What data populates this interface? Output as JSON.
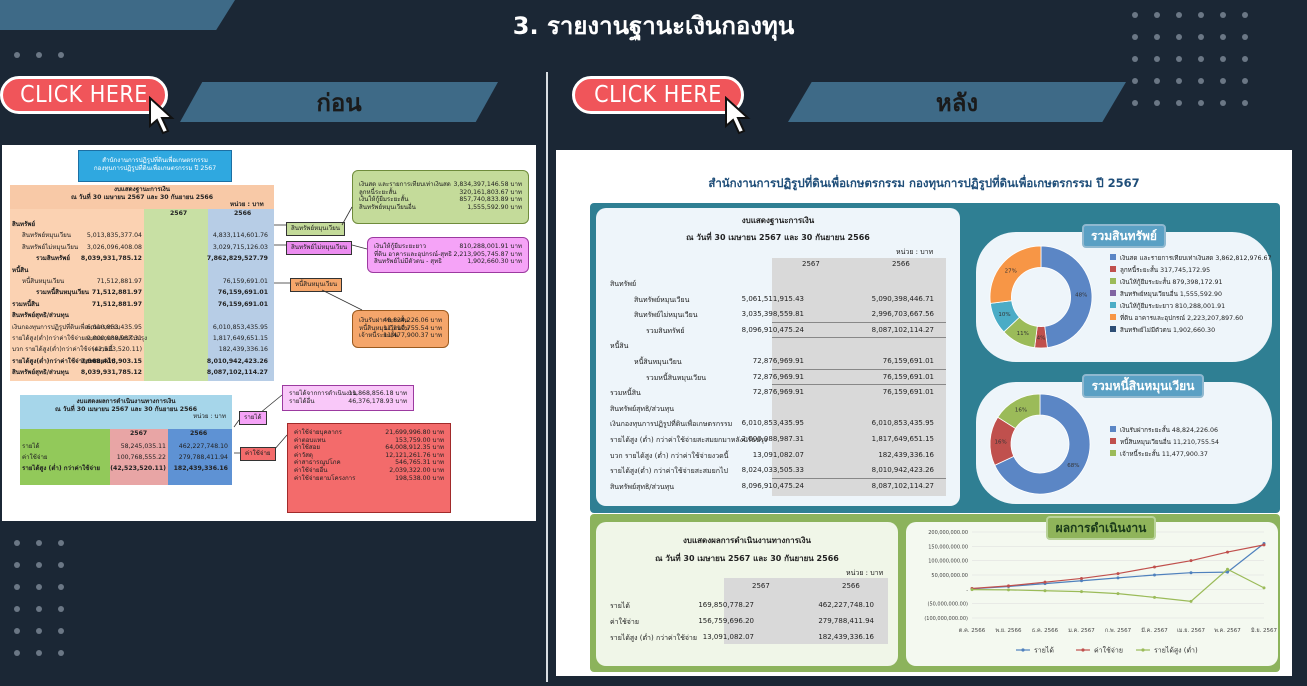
{
  "main_title": "3. รายงานฐานะเงินกองทุน",
  "left": {
    "click_label": "CLICK HERE",
    "section_label": "ก่อน",
    "doc": {
      "org_title": "สำนักงานการปฏิรูปที่ดินเพื่อเกษตรกรรม",
      "fund_title": "กองทุนการปฏิรูปที่ดินเพื่อเกษตรกรรม  ปี 2567",
      "bs_title": "งบแสดงฐานะการเงิน",
      "bs_date": "ณ วันที่ 30 เมษายน 2567 และ 30 กันยายน 2566",
      "unit": "หน่วย : บาท",
      "year1": "2567",
      "year2": "2566",
      "rows": [
        {
          "label": "สินทรัพย์",
          "v1": "",
          "v2": ""
        },
        {
          "label": "สินทรัพย์หมุนเวียน",
          "v1": "5,013,835,377.04",
          "v2": "4,833,114,601.76"
        },
        {
          "label": "สินทรัพย์ไม่หมุนเวียน",
          "v1": "3,026,096,408.08",
          "v2": "3,029,715,126.03"
        },
        {
          "label": "รวมสินทรัพย์",
          "v1": "8,039,931,785.12",
          "v2": "7,862,829,527.79"
        },
        {
          "label": "หนี้สิน",
          "v1": "",
          "v2": ""
        },
        {
          "label": "หนี้สินหมุนเวียน",
          "v1": "71,512,881.97",
          "v2": "76,159,691.01"
        },
        {
          "label": "รวมหนี้สินหมุนเวียน",
          "v1": "71,512,881.97",
          "v2": "76,159,691.01"
        },
        {
          "label": "รวมหนี้สิน",
          "v1": "71,512,881.97",
          "v2": "76,159,691.01"
        },
        {
          "label": "สินทรัพย์สุทธิ/ส่วนทุน",
          "v1": "",
          "v2": ""
        },
        {
          "label": "เงินกองทุนการปฏิรูปที่ดินเพื่อเกษตรกรรม",
          "v1": "6,010,853,435.95",
          "v2": "6,010,853,435.95"
        },
        {
          "label": "รายได้สูง(ต่ำ)กว่าค่าใช้จ่ายสะสมยกมาหลังปรับปรุง",
          "v1": "2,000,088,987.31",
          "v2": "1,817,649,651.15"
        },
        {
          "label": "บวก รายได้สูง(ต่ำ)กว่าค่าใช้จ่ายงวดนี้",
          "v1": "(42,523,520.11)",
          "v2": "182,439,336.16"
        },
        {
          "label": "รายได้สูง(ต่ำ)กว่าค่าใช้จ่ายสะสมยกไป",
          "v1": "7,968,418,903.15",
          "v2": "8,010,942,423.26"
        },
        {
          "label": "สินทรัพย์สุทธิ/ส่วนทุน",
          "v1": "8,039,931,785.12",
          "v2": "8,087,102,114.27"
        }
      ],
      "box_asset_lines": [
        {
          "k": "เงินสด และรายการเทียบเท่าเงินสด",
          "v": "3,834,397,146.58  บาท"
        },
        {
          "k": "ลูกหนี้ระยะสั้น",
          "v": "320,161,803.67  บาท"
        },
        {
          "k": "เงินให้กู้ยืมระยะสั้น",
          "v": "857,740,833.89  บาท"
        },
        {
          "k": "สินทรัพย์หมุนเวียนอื่น",
          "v": "1,555,592.90  บาท"
        }
      ],
      "tag_current_asset": "สินทรัพย์หมุนเวียน",
      "tag_noncurrent_asset": "สินทรัพย์ไม่หมุนเวียน",
      "box_noncurrent_lines": [
        {
          "k": "เงินให้กู้ยืมระยะยาว",
          "v": "810,288,001.91  บาท"
        },
        {
          "k": "ที่ดิน อาคารและอุปกรณ์-สุทธิ",
          "v": "2,213,905,745.87  บาท"
        },
        {
          "k": "สินทรัพย์ไม่มีตัวตน - สุทธิ",
          "v": "1,902,660.30  บาท"
        }
      ],
      "tag_current_liab": "หนี้สินหมุนเวียน",
      "box_liab_lines": [
        {
          "k": "เงินรับฝากระยะสั้น",
          "v": "48,824,226.06  บาท"
        },
        {
          "k": "หนี้สินหมุนเวียนอื่น",
          "v": "11,210,755.54  บาท"
        },
        {
          "k": "เจ้าหนี้ระยะสั้น",
          "v": "11,477,900.37  บาท"
        }
      ],
      "pl_title": "งบแสดงผลการดำเนินงานทางการเงิน",
      "pl_date": "ณ วันที่ 30 เมษายน 2567 และ 30 กันยายน 2566",
      "pl_rows": [
        {
          "label": "รายได้",
          "v1": "58,245,035.11",
          "v2": "462,227,748.10"
        },
        {
          "label": "ค่าใช้จ่าย",
          "v1": "100,768,555.22",
          "v2": "279,788,411.94"
        },
        {
          "label": "รายได้สูง (ต่ำ) กว่าค่าใช้จ่าย",
          "v1": "(42,523,520.11)",
          "v2": "182,439,336.16"
        }
      ],
      "tag_income": "รายได้",
      "box_income_lines": [
        {
          "k": "รายได้จากการดำเนินงาน",
          "v": "11,868,856.18  บาท"
        },
        {
          "k": "รายได้อื่น",
          "v": "46,376,178.93  บาท"
        }
      ],
      "tag_expense": "ค่าใช้จ่าย",
      "box_expense_lines": [
        {
          "k": "ค่าใช้จ่ายบุคลากร",
          "v": "21,699,996.80  บาท"
        },
        {
          "k": "ค่าตอบแทน",
          "v": "153,759.00  บาท"
        },
        {
          "k": "ค่าใช้สอย",
          "v": "64,008,912.35  บาท"
        },
        {
          "k": "ค่าวัสดุ",
          "v": "12,121,261.76  บาท"
        },
        {
          "k": "ค่าสาธารณูปโภค",
          "v": "546,765.31  บาท"
        },
        {
          "k": "ค่าใช้จ่ายอื่น",
          "v": "2,039,322.00  บาท"
        },
        {
          "k": "ค่าใช้จ่ายตามโครงการ",
          "v": "198,538.00  บาท"
        }
      ]
    }
  },
  "right": {
    "click_label": "CLICK HERE",
    "section_label": "หลัง",
    "panel": {
      "header": "สำนักงานการปฏิรูปที่ดินเพื่อเกษตรกรรม   กองทุนการปฏิรูปที่ดินเพื่อเกษตรกรรม ปี 2567",
      "bs_title": "งบแสดงฐานะการเงิน",
      "bs_date": "ณ วันที่ 30 เมษายน 2567 และ 30 กันยายน 2566",
      "unit": "หน่วย : บาท",
      "year1": "2567",
      "year2": "2566",
      "rows": [
        {
          "label": "สินทรัพย์",
          "indent": 0,
          "v1": "",
          "v2": ""
        },
        {
          "label": "สินทรัพย์หมุนเวียน",
          "indent": 2,
          "v1": "5,061,511,915.43",
          "v2": "5,090,398,446.71"
        },
        {
          "label": "สินทรัพย์ไม่หมุนเวียน",
          "indent": 2,
          "v1": "3,035,398,559.81",
          "v2": "2,996,703,667.56"
        },
        {
          "label": "รวมสินทรัพย์",
          "indent": 3,
          "v1": "8,096,910,475.24",
          "v2": "8,087,102,114.27"
        },
        {
          "label": "หนี้สิน",
          "indent": 0,
          "v1": "",
          "v2": ""
        },
        {
          "label": "หนี้สินหมุนเวียน",
          "indent": 2,
          "v1": "72,876,969.91",
          "v2": "76,159,691.01"
        },
        {
          "label": "รวมหนี้สินหมุนเวียน",
          "indent": 3,
          "v1": "72,876,969.91",
          "v2": "76,159,691.01"
        },
        {
          "label": "รวมหนี้สิน",
          "indent": 0,
          "v1": "72,876,969.91",
          "v2": "76,159,691.01"
        },
        {
          "label": "สินทรัพย์สุทธิ/ส่วนทุน",
          "indent": 0,
          "v1": "",
          "v2": ""
        },
        {
          "label": "เงินกองทุนการปฏิรูปที่ดินเพื่อเกษตรกรรม",
          "indent": 0,
          "v1": "6,010,853,435.95",
          "v2": "6,010,853,435.95"
        },
        {
          "label": "รายได้สูง (ต่ำ) กว่าค่าใช้จ่ายสะสมยกมาหลังปรับปรุง",
          "indent": 0,
          "v1": "2,000,088,987.31",
          "v2": "1,817,649,651.15"
        },
        {
          "label": "บวก รายได้สูง (ต่ำ) กว่าค่าใช้จ่ายงวดนี้",
          "indent": 0,
          "v1": "13,091,082.07",
          "v2": "182,439,336.16"
        },
        {
          "label": "รายได้สูง(ต่ำ) กว่าค่าใช้จ่ายสะสมยกไป",
          "indent": 0,
          "v1": "8,024,033,505.33",
          "v2": "8,010,942,423.26"
        },
        {
          "label": "สินทรัพย์สุทธิ/ส่วนทุน",
          "indent": 0,
          "v1": "8,096,910,475.24",
          "v2": "8,087,102,114.27"
        }
      ],
      "assets_pill": "รวมสินทรัพย์",
      "liab_pill": "รวมหนี้สินหมุนเวียน",
      "perf_pill": "ผลการดำเนินงาน",
      "pl_title": "งบแสดงผลการดำเนินงานทางการเงิน",
      "pl_date": "ณ วันที่ 30 เมษายน 2567 และ 30 กันยายน 2566",
      "pl_unit": "หน่วย : บาท",
      "pl_rows": [
        {
          "label": "รายได้",
          "v1": "169,850,778.27",
          "v2": "462,227,748.10"
        },
        {
          "label": "ค่าใช้จ่าย",
          "v1": "156,759,696.20",
          "v2": "279,788,411.94"
        },
        {
          "label": "รายได้สูง (ต่ำ) กว่าค่าใช้จ่าย",
          "v1": "13,091,082.07",
          "v2": "182,439,336.16"
        }
      ]
    }
  },
  "chart_data": [
    {
      "type": "pie",
      "title": "รวมสินทรัพย์",
      "categories": [
        "เงินสด และรายการเทียบเท่าเงินสด 3,862,812,976.67",
        "ลูกหนี้ระยะสั้น 317,745,172.95",
        "เงินให้กู้ยืมระยะสั้น 879,398,172.91",
        "สินทรัพย์หมุนเวียนอื่น 1,555,592.90",
        "เงินให้กู้ยืมระยะยาว 810,288,001.91",
        "ที่ดิน อาคารและอุปกรณ์ 2,223,207,897.60",
        "สินทรัพย์ไม่มีตัวตน 1,902,660.30"
      ],
      "values": [
        48,
        4,
        11,
        0,
        10,
        27,
        0
      ],
      "colors": [
        "#5b86c5",
        "#c0504d",
        "#9bbb59",
        "#8064a2",
        "#4bacc6",
        "#f79646",
        "#2c4d75"
      ]
    },
    {
      "type": "pie",
      "title": "รวมหนี้สินหมุนเวียน",
      "categories": [
        "เงินรับฝากระยะสั้น 48,824,226.06",
        "หนี้สินหมุนเวียนอื่น 11,210,755.54",
        "เจ้าหนี้ระยะสั้น 11,477,900.37"
      ],
      "values": [
        68,
        16,
        16
      ],
      "colors": [
        "#5b86c5",
        "#c0504d",
        "#9bbb59"
      ]
    },
    {
      "type": "line",
      "title": "ผลการดำเนินงาน",
      "x": [
        "ต.ค. 2566",
        "พ.ย. 2566",
        "ธ.ค. 2566",
        "ม.ค. 2567",
        "ก.พ. 2567",
        "มี.ค. 2567",
        "เม.ย. 2567",
        "พ.ค. 2567",
        "มิ.ย. 2567"
      ],
      "y_ticks": [
        "200,000,000.00",
        "150,000,000.00",
        "100,000,000.00",
        "50,000,000.00",
        "-",
        "(50,000,000.00)",
        "(100,000,000.00)"
      ],
      "ylim": [
        -100000000,
        200000000
      ],
      "series": [
        {
          "name": "รายได้",
          "color": "#4f81bd",
          "values": [
            2000000,
            10000000,
            20000000,
            30000000,
            40000000,
            50000000,
            58000000,
            60000000,
            160000000
          ]
        },
        {
          "name": "ค่าใช้จ่าย",
          "color": "#c0504d",
          "values": [
            3000000,
            12000000,
            25000000,
            38000000,
            55000000,
            78000000,
            100000000,
            130000000,
            155000000
          ]
        },
        {
          "name": "รายได้สูง (ต่ำ)",
          "color": "#9bbb59",
          "values": [
            -1000000,
            -2000000,
            -5000000,
            -8000000,
            -15000000,
            -28000000,
            -42000000,
            70000000,
            5000000
          ]
        }
      ]
    }
  ]
}
